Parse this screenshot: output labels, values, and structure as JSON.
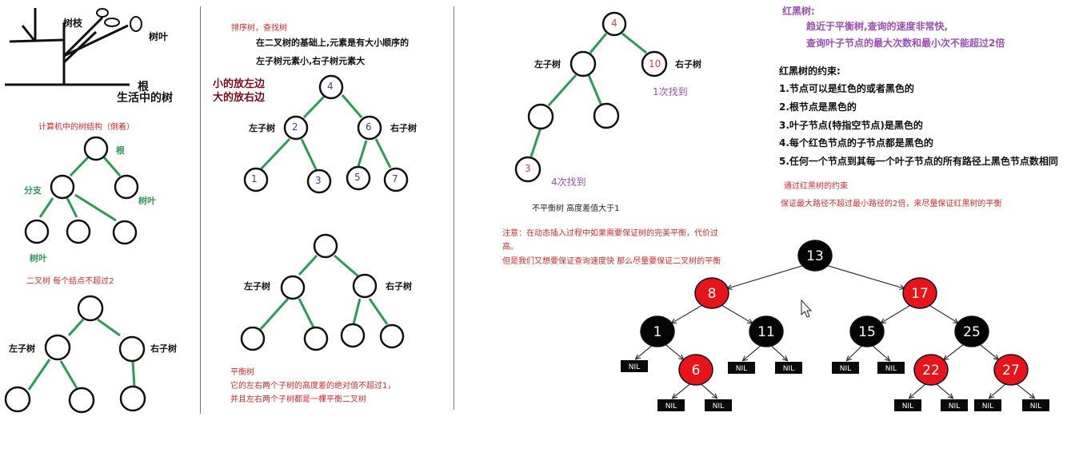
{
  "panel1": {
    "real_tree": {
      "branch": "树枝",
      "leaf": "树叶",
      "root": "根",
      "caption": "生活中的树"
    },
    "computer_tree": {
      "title": "计算机中的树结构（倒着）",
      "root": "根",
      "branch": "分支",
      "leaf_right": "树叶",
      "leaf_bottom": "树叶"
    },
    "binary_tree": {
      "title": "二叉树  每个结点不超过2",
      "left": "左子树",
      "right": "右子树"
    }
  },
  "panel2": {
    "sorted": {
      "title": "排序树，查找树",
      "desc1": "在二叉树的基础上,元素是有大小顺序的",
      "desc2": "左子树元素小,右子树元素大",
      "rule1": "小的放左边",
      "rule2": "大的放右边",
      "left": "左子树",
      "right": "右子树",
      "nodes": [
        "4",
        "2",
        "6",
        "1",
        "3",
        "5",
        "7"
      ]
    },
    "balanced": {
      "left": "左子树",
      "right": "右子树",
      "title": "平衡树",
      "desc1": "它的左右两个子树的高度差的绝对值不超过1，",
      "desc2": "并且左右两个子树都是一棵平衡二叉树"
    }
  },
  "panel3": {
    "left": "左子树",
    "right": "右子树",
    "nodes": [
      "4",
      "10",
      "3"
    ],
    "found1": "1次找到",
    "found4": "4次找到",
    "unbalanced": "不平衡树 高度差值大于1",
    "note1": "注意：在动态插入过程中如果需要保证树的完美平衡，代价过",
    "note2": "高。",
    "note3": "但是我们又想要保证查询速度快 那么尽量要保证二叉树的平衡"
  },
  "rbtree": {
    "title": "红黑树:",
    "desc1": "趋近于平衡树,查询的速度非常快,",
    "desc2": "查询叶子节点的最大次数和最小次不能超过2倍",
    "constraints_title": "红黑树的约束:",
    "rules": [
      "1.节点可以是红色的或者黑色的",
      "2.根节点是黑色的",
      "3.叶子节点(特指空节点)是黑色的",
      "4.每个红色节点的子节点都是黑色的",
      "5.任何一个节点到其每一个叶子节点的所有路径上黑色节点数相同"
    ],
    "note1": "通过红黑树的约束",
    "note2": "保证最大路径不超过最小路径的2倍，来尽量保证红黑树的平衡",
    "nodes": [
      "13",
      "8",
      "17",
      "1",
      "11",
      "15",
      "25",
      "6",
      "22",
      "27"
    ],
    "nil": "NIL",
    "colors": {
      "red": "#e8141c",
      "black": "#050505"
    }
  },
  "colors": {
    "edge_green": "#2e9b55",
    "text_red": "#d62828",
    "purple": "#9b4fb5"
  }
}
